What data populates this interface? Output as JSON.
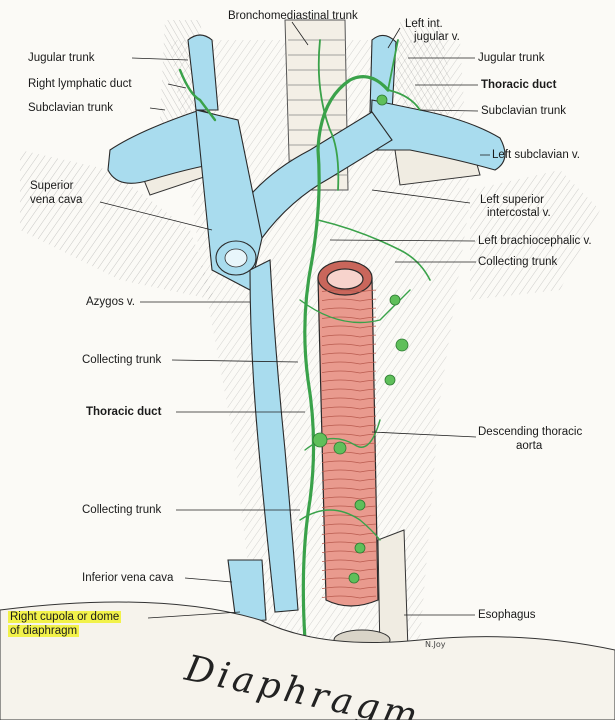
{
  "labels": {
    "bronchomediastinal_trunk": "Bronchomediastinal trunk",
    "left_int_jugular_v_line1": "Left int.",
    "left_int_jugular_v_line2": "jugular v.",
    "jugular_trunk_left": "Jugular trunk",
    "jugular_trunk_right": "Jugular trunk",
    "right_lymphatic_duct": "Right lymphatic duct",
    "thoracic_duct_top": "Thoracic duct",
    "subclavian_trunk_left": "Subclavian trunk",
    "subclavian_trunk_right": "Subclavian trunk",
    "left_subclavian_v": "Left subclavian v.",
    "superior_vena_cava_line1": "Superior",
    "superior_vena_cava_line2": "vena cava",
    "left_superior_intercostal_v_line1": "Left superior",
    "left_superior_intercostal_v_line2": "intercostal v.",
    "left_brachiocephalic_v": "Left brachiocephalic v.",
    "collecting_trunk_right_top": "Collecting trunk",
    "azygos_v": "Azygos v.",
    "collecting_trunk_left_mid": "Collecting trunk",
    "thoracic_duct_mid": "Thoracic duct",
    "descending_thoracic_aorta_line1": "Descending thoracic",
    "descending_thoracic_aorta_line2": "aorta",
    "collecting_trunk_left_low": "Collecting trunk",
    "inferior_vena_cava": "Inferior vena cava",
    "right_cupola_line1": "Right cupola or dome",
    "right_cupola_line2": "of diaphragm",
    "esophagus": "Esophagus"
  },
  "caption": "Diaphragm",
  "artist_signature": "N.Joy",
  "colors": {
    "vein_blue": "#a9dcee",
    "aorta_pink": "#e99a8e",
    "lymph_green": "#3aa24a",
    "highlight_yellow": "#f2f24a",
    "outline": "#2a2a2a"
  }
}
